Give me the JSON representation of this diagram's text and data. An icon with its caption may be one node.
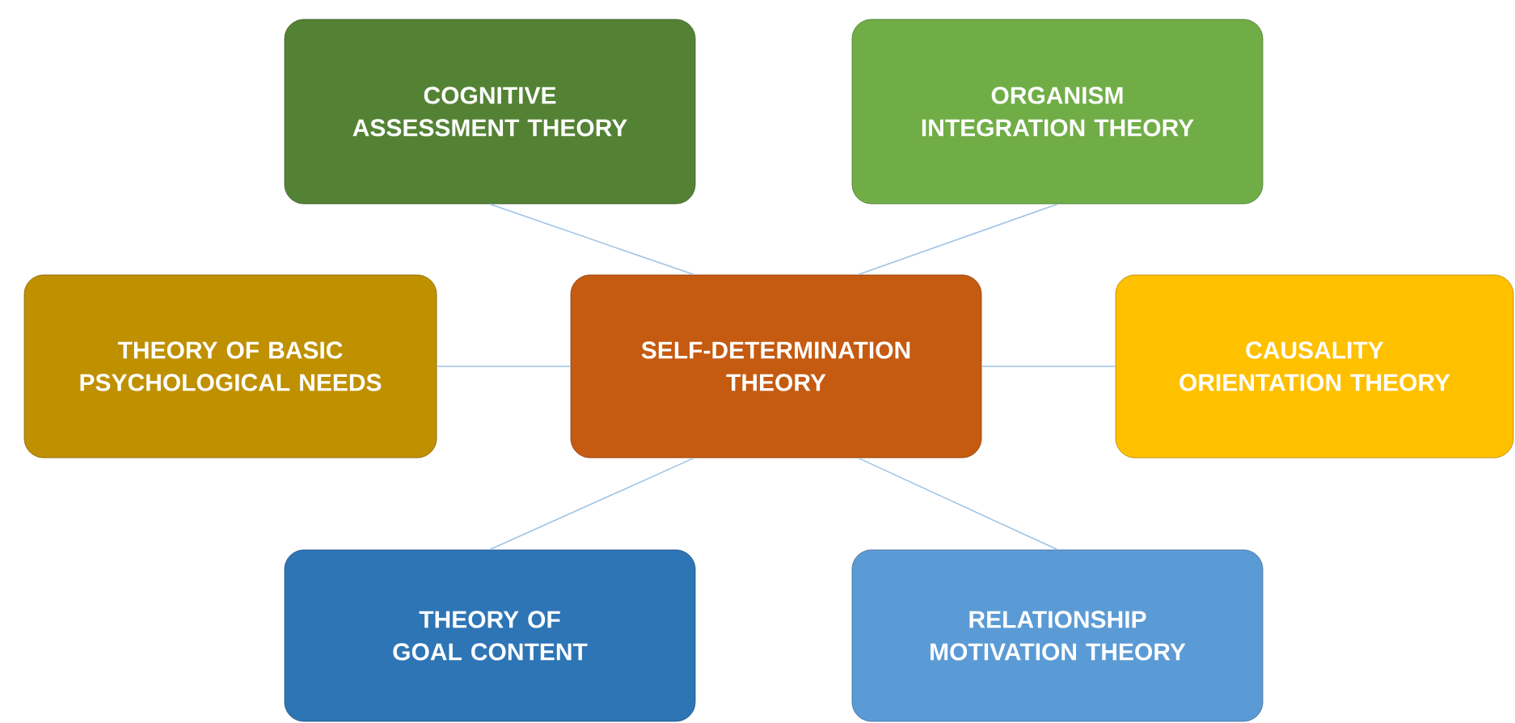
{
  "diagram": {
    "nodes": [
      {
        "text": [
          "SELF-DETERMINATION THEORY"
        ]
      },
      {
        "text": [
          "COGNITIVE ASSESSMENT THEORY"
        ]
      },
      {
        "text": [
          "ORGANISM INTEGRATION THEORY"
        ]
      },
      {
        "text": [
          "THEORY OF BASIC PSYCHOLOGICAL NEEDS"
        ]
      },
      {
        "text": [
          "CAUSALITY ORIENTATION THEORY"
        ]
      },
      {
        "text": [
          "THEORY OF GOAL CONTENT"
        ]
      },
      {
        "text": [
          "RELATIONSHIP MOTIVATION THEORY"
        ]
      }
    ],
    "edges": [
      {
        "from": 0,
        "to": 1,
        "arrow": "none"
      },
      {
        "from": 0,
        "to": 2,
        "arrow": "none"
      },
      {
        "from": 0,
        "to": 3,
        "arrow": "none"
      },
      {
        "from": 0,
        "to": 4,
        "arrow": "none"
      },
      {
        "from": 0,
        "to": 5,
        "arrow": "none"
      },
      {
        "from": 0,
        "to": 6,
        "arrow": "none"
      }
    ]
  }
}
